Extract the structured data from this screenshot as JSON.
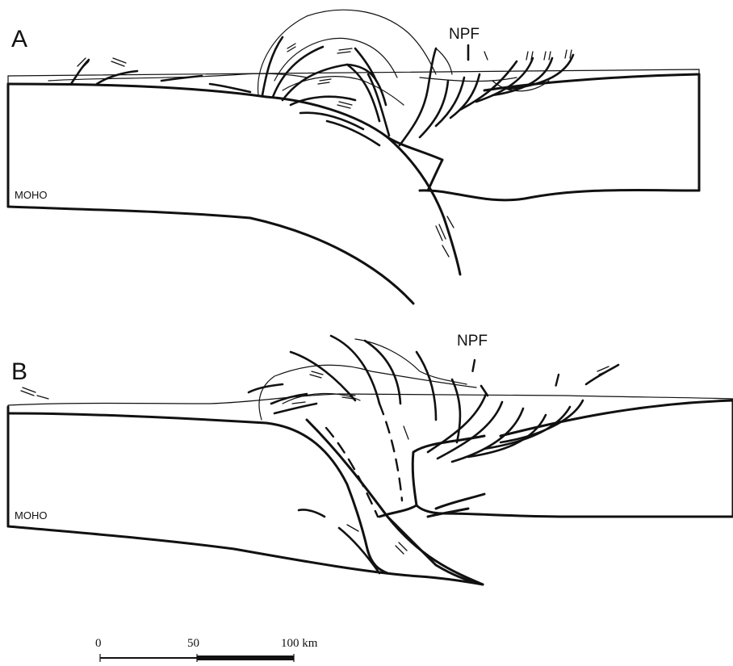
{
  "figure": {
    "panel_a": {
      "label": "A",
      "moho_label": "MOHO",
      "fault_label": "NPF"
    },
    "panel_b": {
      "label": "B",
      "moho_label": "MOHO",
      "fault_label": "NPF"
    },
    "scale_bar": {
      "ticks": [
        "0",
        "50",
        "100 km"
      ],
      "unit": "km"
    }
  }
}
